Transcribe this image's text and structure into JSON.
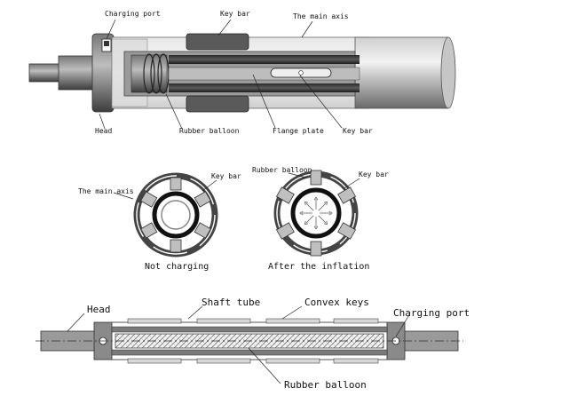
{
  "top_diagram": {
    "labels": {
      "charging_port": "Charging port",
      "key_bar_top": "Key bar",
      "main_axis": "The main axis",
      "head": "Head",
      "rubber_balloon": "Rubber balloon",
      "flange_plate": "Flange plate",
      "key_bar_bottom": "Key bar"
    }
  },
  "cross_sections": {
    "left": {
      "caption": "Not charging",
      "main_axis": "The main axis",
      "key_bar": "Key bar"
    },
    "right": {
      "caption": "After the inflation",
      "rubber_balloon": "Rubber balloon",
      "key_bar": "Key bar"
    }
  },
  "bottom_diagram": {
    "labels": {
      "head": "Head",
      "shaft_tube": "Shaft tube",
      "convex_keys": "Convex keys",
      "charging_port": "Charging port",
      "rubber_balloon": "Rubber balloon"
    }
  }
}
